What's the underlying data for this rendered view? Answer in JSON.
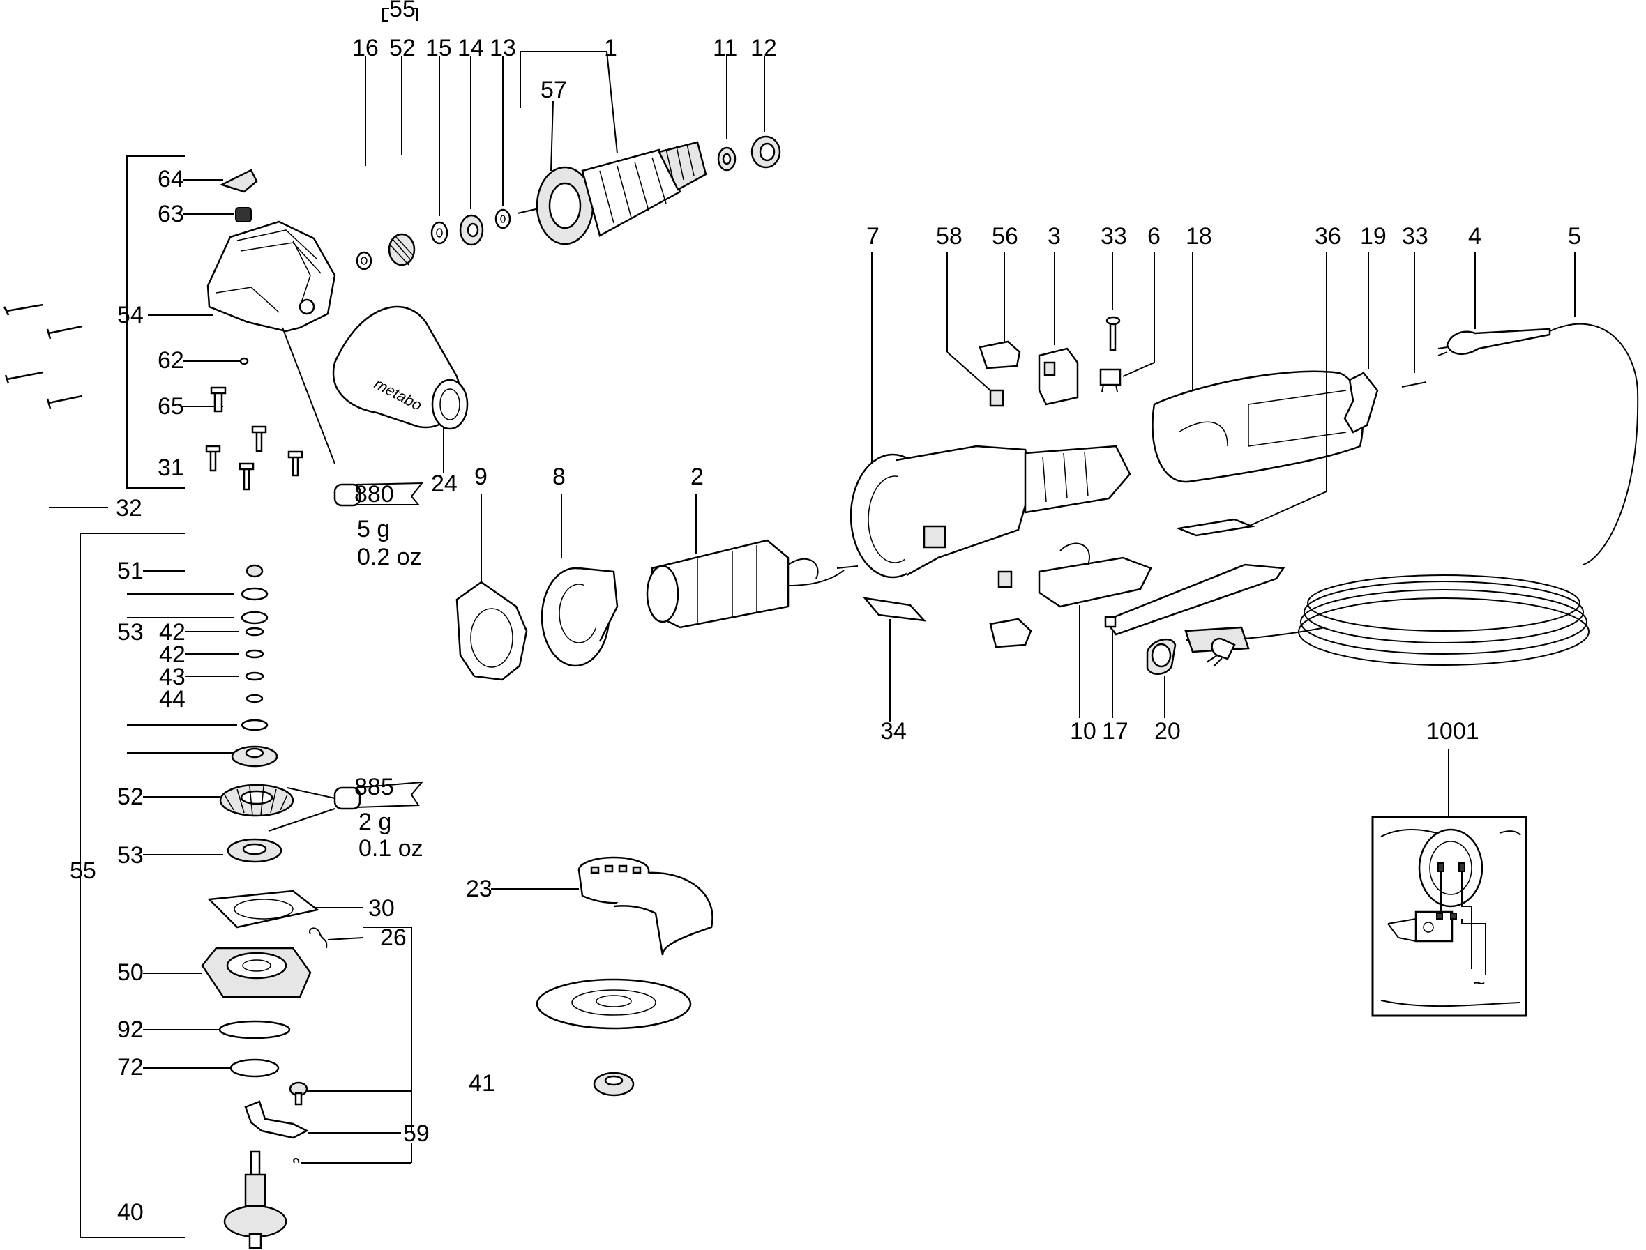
{
  "labels": {
    "l55_top": "55",
    "l16": "16",
    "l52_top": "52",
    "l15": "15",
    "l14": "14",
    "l13": "13",
    "l1": "1",
    "l11": "11",
    "l12": "12",
    "l57": "57",
    "l64": "64",
    "l63": "63",
    "l54": "54",
    "l62": "62",
    "l65": "65",
    "l31": "31",
    "l32": "32",
    "l24": "24",
    "l9": "9",
    "l8": "8",
    "l2": "2",
    "l7": "7",
    "l58": "58",
    "l56": "56",
    "l3": "3",
    "l33a": "33",
    "l6": "6",
    "l18": "18",
    "l36": "36",
    "l19": "19",
    "l33b": "33",
    "l4": "4",
    "l5": "5",
    "l51": "51",
    "l53a": "53",
    "l42a": "42",
    "l42b": "42",
    "l43": "43",
    "l44": "44",
    "l52_mid": "52",
    "l53b": "53",
    "l55_left": "55",
    "l30": "30",
    "l26": "26",
    "l50": "50",
    "l92": "92",
    "l72": "72",
    "l59": "59",
    "l40": "40",
    "l23": "23",
    "l41": "41",
    "l34": "34",
    "l10": "10",
    "l17": "17",
    "l20": "20",
    "l1001": "1001"
  },
  "grease_880": {
    "code": "880",
    "weight": "5 g",
    "weight_oz": "0.2 oz"
  },
  "grease_885": {
    "code": "885",
    "weight": "2 g",
    "weight_oz": "0.1 oz"
  },
  "logo_text": "metabo",
  "schematic_symbol": "~"
}
